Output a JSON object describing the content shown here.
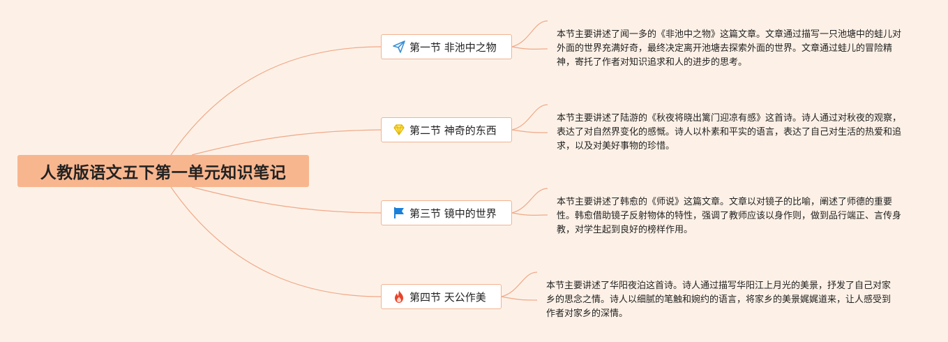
{
  "root": {
    "title": "人教版语文五下第一单元知识笔记"
  },
  "sections": [
    {
      "label": "第一节 非池中之物",
      "icon": "paper-plane-icon",
      "description": "本节主要讲述了闻一多的《非池中之物》这篇文章。文章通过描写一只池塘中的蛙儿对外面的世界充满好奇，最终决定离开池塘去探索外面的世界。文章通过蛙儿的冒险精神，寄托了作者对知识追求和人的进步的思考。"
    },
    {
      "label": "第二节 神奇的东西",
      "icon": "diamond-icon",
      "description": "本节主要讲述了陆游的《秋夜将晓出篱门迎凉有感》这首诗。诗人通过对秋夜的观察，表达了对自然界变化的感慨。诗人以朴素和平实的语言，表达了自己对生活的热爱和追求，以及对美好事物的珍惜。"
    },
    {
      "label": "第三节 镜中的世界",
      "icon": "flag-icon",
      "description": "本节主要讲述了韩愈的《师说》这篇文章。文章以对镜子的比喻，阐述了师德的重要性。韩愈借助镜子反射物体的特性，强调了教师应该以身作则，做到品行端正、言传身教，对学生起到良好的榜样作用。"
    },
    {
      "label": "第四节 天公作美",
      "icon": "fire-icon",
      "description": "本节主要讲述了华阳夜泊这首诗。诗人通过描写华阳江上月光的美景，抒发了自己对家乡的思念之情。诗人以细腻的笔触和婉约的语言，将家乡的美景娓娓道来，让人感受到作者对家乡的深情。"
    }
  ]
}
